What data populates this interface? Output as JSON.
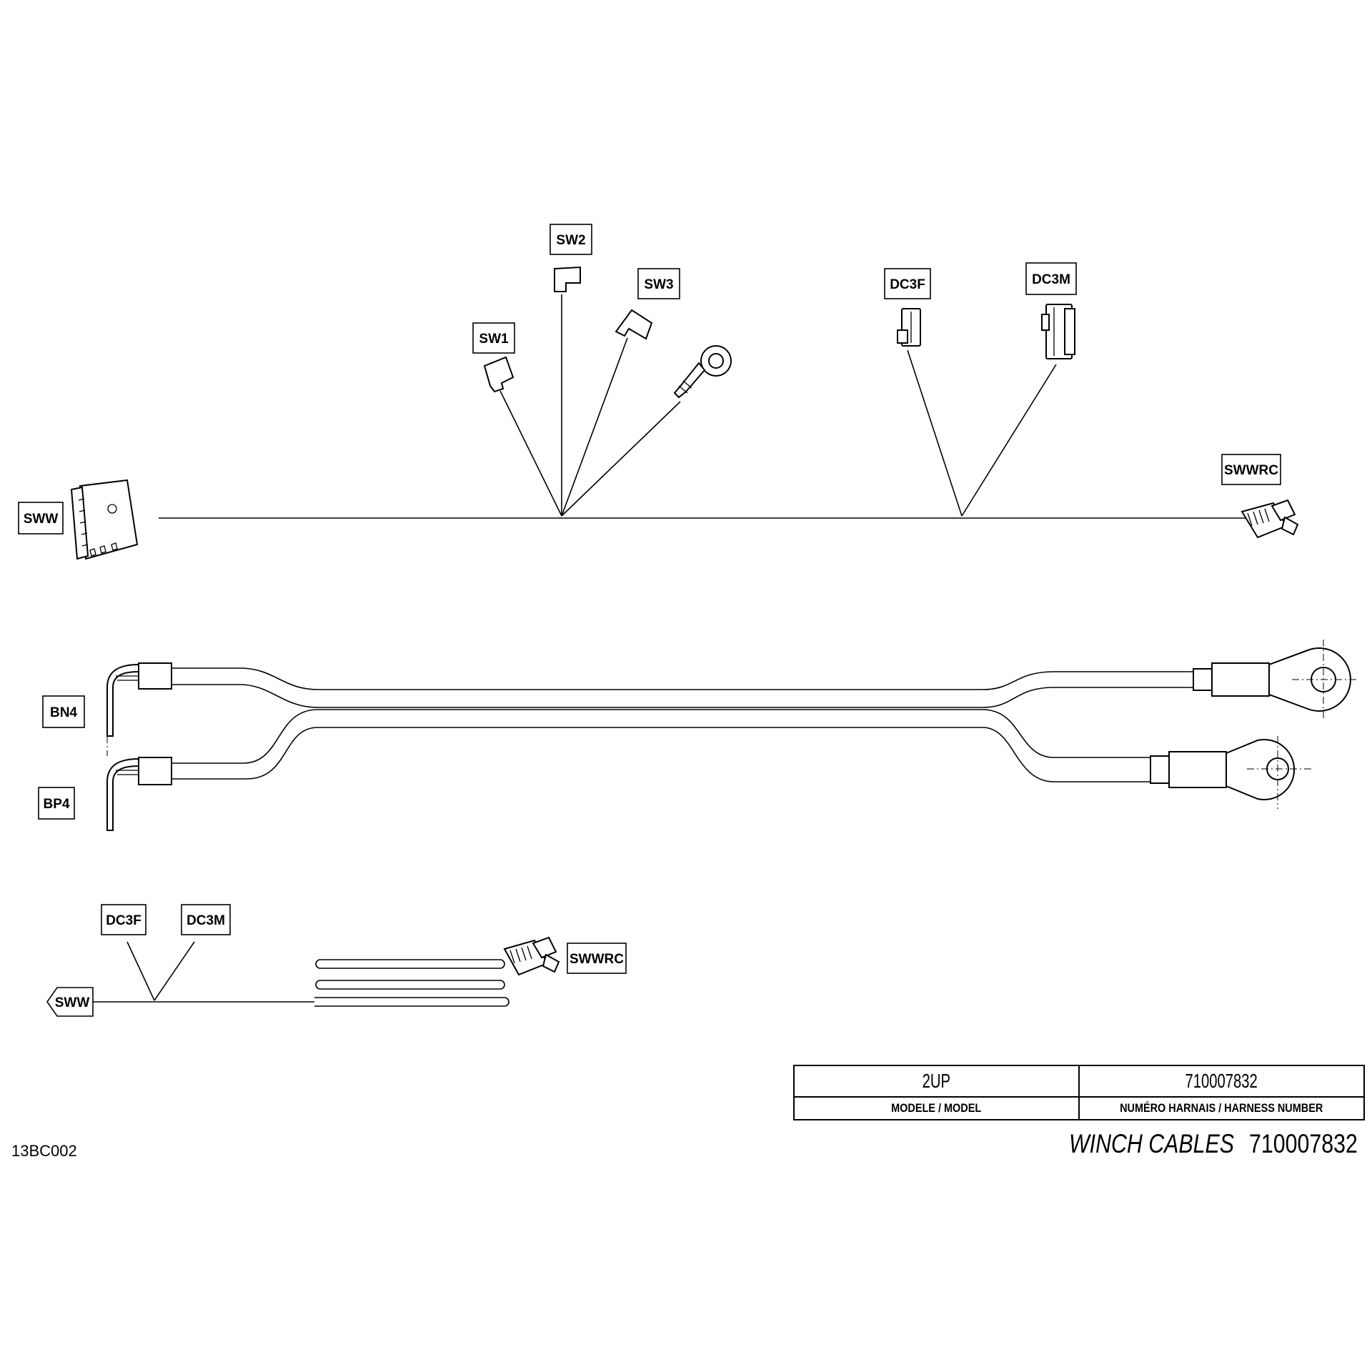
{
  "labels": {
    "sw1": "SW1",
    "sw2": "SW2",
    "sw3": "SW3",
    "dc3f_top": "DC3F",
    "dc3m_top": "DC3M",
    "sww_top": "SWW",
    "swwrc_top": "SWWRC",
    "bn4": "BN4",
    "bp4": "BP4",
    "dc3f_bottom": "DC3F",
    "dc3m_bottom": "DC3M",
    "sww_bottom": "SWW",
    "swwrc_bottom": "SWWRC"
  },
  "title_block": {
    "model_value": "2UP",
    "harness_value": "710007832",
    "model_caption": "MODELE / MODEL",
    "harness_caption": "NUMÉRO HARNAIS / HARNESS NUMBER"
  },
  "caption": {
    "name": "WINCH CABLES",
    "number": "710007832"
  },
  "reference_code": "13BC002"
}
